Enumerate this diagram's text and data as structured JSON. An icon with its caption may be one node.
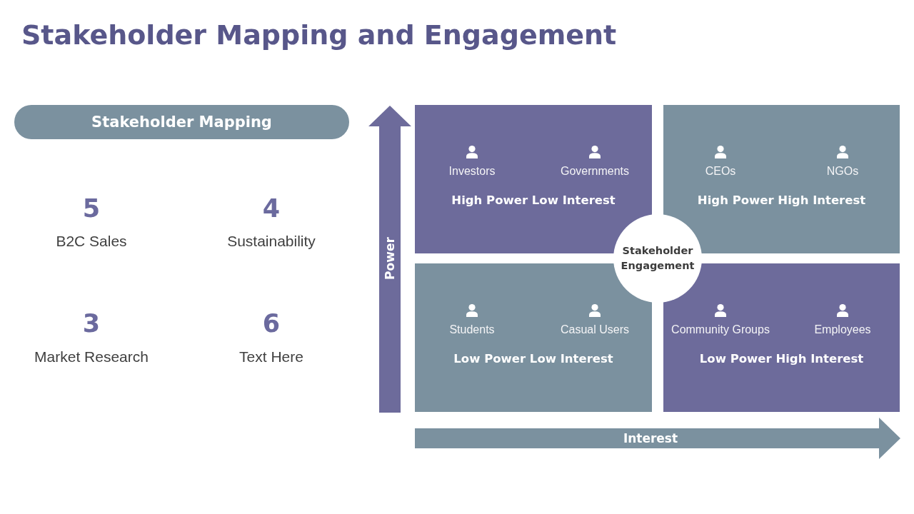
{
  "diagram": {
    "title": "Stakeholder Mapping and Engagement",
    "nodes": [
      {
        "text": [
          "Stakeholder Mapping"
        ]
      },
      {
        "text": [
          "Power"
        ]
      },
      {
        "text": [
          "High Power Low Interest"
        ]
      },
      {
        "text": [
          "Investors"
        ],
        "in": 2
      },
      {
        "text": [
          "Governments"
        ],
        "in": 2
      },
      {
        "text": [
          "High Power High Interest"
        ]
      },
      {
        "text": [
          "CEOs"
        ],
        "in": 5
      },
      {
        "text": [
          "NGOs"
        ],
        "in": 5
      },
      {
        "text": [
          "Stakeholder Engagement"
        ]
      },
      {
        "text": [
          "Low Power Low Interest"
        ]
      },
      {
        "text": [
          "Students"
        ],
        "in": 9
      },
      {
        "text": [
          "Casual Users"
        ],
        "in": 9
      },
      {
        "text": [
          "Low Power High Interest"
        ]
      },
      {
        "text": [
          "Community Groups"
        ],
        "in": 12
      },
      {
        "text": [
          "Employees"
        ],
        "in": 12
      },
      {
        "text": [
          "Interest"
        ]
      }
    ],
    "labels": [
      "5",
      "4",
      "B2C Sales",
      "Sustainability",
      "3",
      "6",
      "Market Research",
      "Text Here"
    ]
  }
}
